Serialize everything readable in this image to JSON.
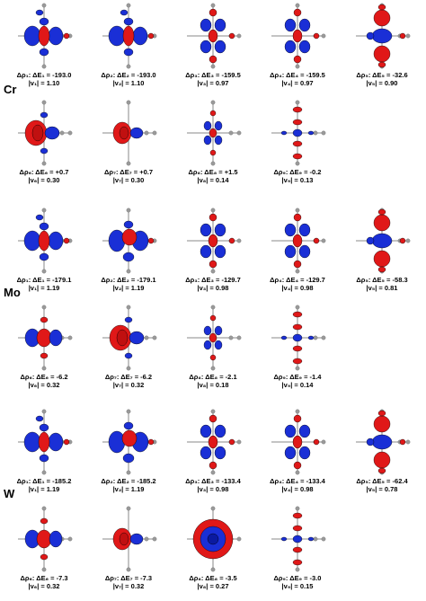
{
  "figure": {
    "blocks": [
      {
        "metal": "Cr",
        "rows": [
          [
            {
              "rho": "Δρ₁:",
              "dE": "ΔE₁ = -193.0",
              "v": "|v₁| = 1.10",
              "shape": "lobes-x"
            },
            {
              "rho": "Δρ₂:",
              "dE": "ΔE₂ = -193.0",
              "v": "|v₂| = 1.10",
              "shape": "lobes-x"
            },
            {
              "rho": "Δρ₃:",
              "dE": "ΔE₃ = -159.5",
              "v": "|v₃| = 0.97",
              "shape": "clover"
            },
            {
              "rho": "Δρ₄:",
              "dE": "ΔE₄ = -159.5",
              "v": "|v₄| = 0.97",
              "shape": "clover"
            },
            {
              "rho": "Δρ₅:",
              "dE": "ΔE₅ = -32.6",
              "v": "|v₅| = 0.90",
              "shape": "dz2"
            }
          ],
          [
            {
              "rho": "Δρ₆:",
              "dE": "ΔE₆ = +0.7",
              "v": "|v₆| = 0.30",
              "shape": "ring"
            },
            {
              "rho": "Δρ₇:",
              "dE": "ΔE₇ = +0.7",
              "v": "|v₇| = 0.30",
              "shape": "ring-small"
            },
            {
              "rho": "Δρ₈:",
              "dE": "ΔE₈ = +1.5",
              "v": "|v₈| = 0.14",
              "shape": "clover-small"
            },
            {
              "rho": "Δρ₉:",
              "dE": "ΔE₉ = -0.2",
              "v": "|v₉| = 0.13",
              "shape": "axial"
            }
          ]
        ]
      },
      {
        "metal": "Mo",
        "rows": [
          [
            {
              "rho": "Δρ₁:",
              "dE": "ΔE₁ = -179.1",
              "v": "|v₁| = 1.19",
              "shape": "lobes-x"
            },
            {
              "rho": "Δρ₂:",
              "dE": "ΔE₂ = -179.1",
              "v": "|v₂| = 1.19",
              "shape": "lobes-x2"
            },
            {
              "rho": "Δρ₃:",
              "dE": "ΔE₃ = -129.7",
              "v": "|v₃| = 0.98",
              "shape": "clover"
            },
            {
              "rho": "Δρ₄:",
              "dE": "ΔE₄ = -129.7",
              "v": "|v₄| = 0.98",
              "shape": "clover"
            },
            {
              "rho": "Δρ₅:",
              "dE": "ΔE₅ = -58.3",
              "v": "|v₅| = 0.81",
              "shape": "dz2"
            }
          ],
          [
            {
              "rho": "Δρ₆:",
              "dE": "ΔE₆ = -6.2",
              "v": "|v₆| = 0.32",
              "shape": "ring-x"
            },
            {
              "rho": "Δρ₇:",
              "dE": "ΔE₇ = -6.2",
              "v": "|v₇| = 0.32",
              "shape": "ring"
            },
            {
              "rho": "Δρ₈:",
              "dE": "ΔE₈ = -2.1",
              "v": "|v₈| = 0.18",
              "shape": "clover-small"
            },
            {
              "rho": "Δρ₉:",
              "dE": "ΔE₉ = -1.4",
              "v": "|v₉| = 0.14",
              "shape": "axial"
            }
          ]
        ]
      },
      {
        "metal": "W",
        "rows": [
          [
            {
              "rho": "Δρ₁:",
              "dE": "ΔE₁ = -185.2",
              "v": "|v₁| = 1.19",
              "shape": "lobes-x"
            },
            {
              "rho": "Δρ₂:",
              "dE": "ΔE₂ = -185.2",
              "v": "|v₂| = 1.19",
              "shape": "lobes-x2"
            },
            {
              "rho": "Δρ₃:",
              "dE": "ΔE₃ = -133.4",
              "v": "|v₃| = 0.98",
              "shape": "clover"
            },
            {
              "rho": "Δρ₄:",
              "dE": "ΔE₄ = -133.4",
              "v": "|v₄| = 0.98",
              "shape": "clover"
            },
            {
              "rho": "Δρ₅:",
              "dE": "ΔE₅ = -62.4",
              "v": "|v₅| = 0.78",
              "shape": "dz2"
            }
          ],
          [
            {
              "rho": "Δρ₆:",
              "dE": "ΔE₆ = -7.3",
              "v": "|v₆| = 0.32",
              "shape": "ring-x"
            },
            {
              "rho": "Δρ₇:",
              "dE": "ΔE₇ = -7.3",
              "v": "|v₇| = 0.32",
              "shape": "ring-small"
            },
            {
              "rho": "Δρ₈:",
              "dE": "ΔE₈ = -3.5",
              "v": "|v₈| = 0.27",
              "shape": "big-ring"
            },
            {
              "rho": "Δρ₉:",
              "dE": "ΔE₉ = -3.0",
              "v": "|v₉| = 0.15",
              "shape": "axial"
            }
          ]
        ]
      }
    ],
    "colors": {
      "positive": "#1a2fd6",
      "negative": "#e01818",
      "atom": "#9a9a9a",
      "bond": "#888888"
    }
  }
}
